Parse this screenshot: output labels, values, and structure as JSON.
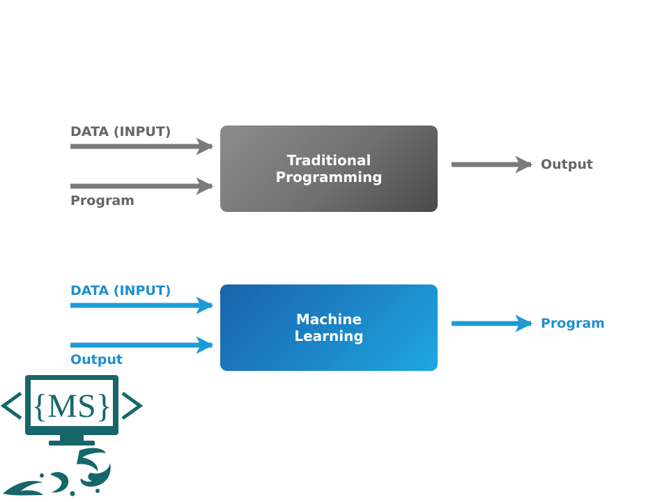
{
  "traditional": {
    "input_top_label": "DATA (INPUT)",
    "input_bottom_label": "Program",
    "box_label": "Traditional\nProgramming",
    "output_label": "Output",
    "color": "#707070"
  },
  "machine_learning": {
    "input_top_label": "DATA (INPUT)",
    "input_bottom_label": "Output",
    "box_label": "Machine\nLearning",
    "output_label": "Program",
    "color": "#1e8fd0"
  },
  "logo": {
    "monogram": "{MS}",
    "icons": [
      "chevron-left-icon",
      "monitor-icon",
      "chevron-right-icon",
      "calligraphy-icon"
    ],
    "color": "#17666a"
  }
}
